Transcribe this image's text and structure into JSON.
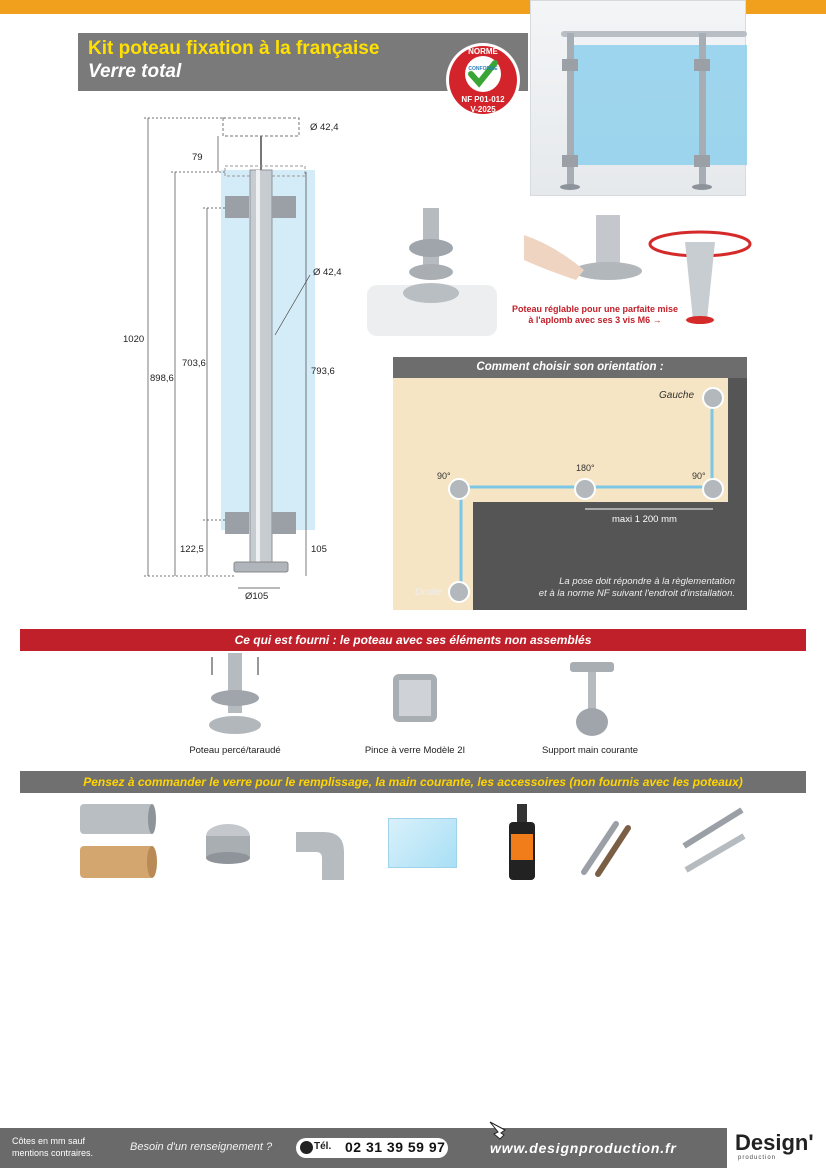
{
  "header": {
    "title": "Kit poteau fixation à la française",
    "subtitle": "Verre total",
    "badge": {
      "top": "NORME",
      "mid": "CONFORME",
      "line1": "NF P01-012",
      "line2": "V-2025"
    }
  },
  "drawing": {
    "dims": {
      "top_diam": "Ø 42,4",
      "d79": "79",
      "tube_diam": "Ø 42,4",
      "h1020": "1020",
      "h898": "898,6",
      "h703": "703,6",
      "h793": "793,6",
      "h122": "122,5",
      "h105": "105",
      "base_diam": "Ø105"
    }
  },
  "adjust_note": "Poteau réglable pour une parfaite mise à l'aplomb avec ses 3 vis M6 →",
  "orientation": {
    "title": "Comment choisir son orientation :",
    "labels": {
      "gauche": "Gauche",
      "droite": "Droite",
      "a90a": "90°",
      "a180": "180°",
      "a90b": "90°",
      "maxi": "maxi 1 200 mm"
    },
    "note_line1": "La pose doit répondre à la règlementation",
    "note_line2": "et à la norme NF suivant l'endroit d'installation."
  },
  "supplied": {
    "title": "Ce qui est fourni : le poteau avec ses éléments non assemblés",
    "items": [
      "Poteau percé/taraudé",
      "Pince à verre Modèle 2I",
      "Support main courante"
    ]
  },
  "order": {
    "title": "Pensez à commander le verre pour le remplissage, la main courante, les accessoires (non fournis avec les poteaux)"
  },
  "footer": {
    "units_line1": "Côtes en mm sauf",
    "units_line2": "mentions contraires.",
    "question": "Besoin d'un renseignement ?",
    "tel_label": "Tél.",
    "tel_number": "02 31 39 59 97",
    "website": "www.designproduction.fr",
    "logo": "Design'",
    "logo_sub": "production"
  },
  "colors": {
    "accent": "#f0a01c",
    "red": "#c0202a",
    "gray": "#6d6d6d",
    "glass": "#cfe9f5",
    "title_yellow": "#ffe000"
  }
}
